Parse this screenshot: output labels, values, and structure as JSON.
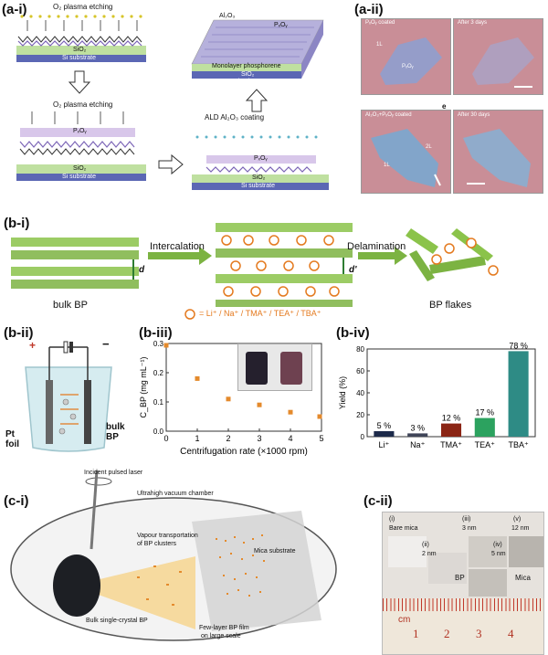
{
  "panels": {
    "a1": "(a-i)",
    "a2": "(a-ii)",
    "b1": "(b-i)",
    "b2": "(b-ii)",
    "b3": "(b-iii)",
    "b4": "(b-iv)",
    "c1": "(c-i)",
    "c2": "(c-ii)"
  },
  "a_i": {
    "etch_label_1": "O₂ plasma etching",
    "etch_label_2": "O₂ plasma etching",
    "sio2": "SiO₂",
    "si": "Si substrate",
    "pxoy": "PₓOᵧ",
    "al2o3": "Al₂O₃",
    "mono": "Monolayer phosphorene",
    "ald": "ALD Al₂O₃ coating"
  },
  "a_ii": {
    "tl": "PₓOᵧ coated",
    "tr": "After 3 days",
    "bl": "Al₂O₃+PₓOᵧ coated",
    "br": "After 30 days",
    "e": "e",
    "l1a": "1L",
    "pxoy": "PₓOᵧ",
    "l1b": "1L",
    "l2": "2L",
    "colors": {
      "bg": "#c98e97",
      "flake": "#8f9fce",
      "flake_b": "#7ea6cc"
    }
  },
  "b_i": {
    "bulk": "bulk BP",
    "intercalation": "Intercalation",
    "delamination": "Delamination",
    "flakes": "BP flakes",
    "d": "d",
    "dp": "d'",
    "ions": "= Li⁺ / Na⁺ / TMA⁺ / TEA⁺ / TBA⁺",
    "colors": {
      "green": "#8bc34a",
      "orange": "#e47a1f"
    }
  },
  "b_ii": {
    "pt": "Pt foil",
    "bulk": "bulk BP",
    "plus": "+",
    "minus": "−"
  },
  "chart_data": [
    {
      "type": "scatter",
      "ylabel": "C_BP (mg mL⁻¹)",
      "xlabel": "Centrifugation rate (×1000 rpm)",
      "x": [
        0,
        1,
        2,
        3,
        4,
        5
      ],
      "y": [
        0.31,
        0.18,
        0.11,
        0.09,
        0.065,
        0.05
      ],
      "xlim": [
        0,
        5
      ],
      "ylim": [
        0,
        0.3
      ],
      "xticks": [
        "0",
        "1",
        "2",
        "3",
        "4",
        "5"
      ],
      "yticks": [
        "0.0",
        "0.1",
        "0.2",
        "0.3"
      ],
      "color": "#e48a2c"
    },
    {
      "type": "bar",
      "ylabel": "Yield (%)",
      "categories": [
        "Li⁺",
        "Na⁺",
        "TMA⁺",
        "TEA⁺",
        "TBA⁺"
      ],
      "values": [
        5,
        3,
        12,
        17,
        78
      ],
      "labels": [
        "5 %",
        "3 %",
        "12 %",
        "17 %",
        "78 %"
      ],
      "colors": [
        "#1d2a4a",
        "#3f4458",
        "#8a2414",
        "#2ca25f",
        "#2e8b85"
      ],
      "ylim": [
        0,
        80
      ],
      "yticks": [
        "0",
        "20",
        "40",
        "60",
        "80"
      ]
    }
  ],
  "c_i": {
    "laser": "Incident pulsed laser",
    "chamber": "Ultrahigh vacuum chamber",
    "vapour1": "Vapour transportation",
    "vapour2": "of BP clusters",
    "mica": "Mica substrate",
    "bulk": "Bulk single-crystal BP",
    "film1": "Few-layer BP film",
    "film2": "on large scale"
  },
  "c_ii": {
    "i": "(i)",
    "bare": "Bare mica",
    "ii": "(ii)",
    "nm2": "2 nm",
    "iii": "(iii)",
    "nm3": "3 nm",
    "iv": "(iv)",
    "nm5": "5 nm",
    "v": "(v)",
    "nm12": "12 nm",
    "bp": "BP",
    "mica": "Mica",
    "cm": "cm",
    "ruler": [
      "1",
      "2",
      "3",
      "4"
    ]
  }
}
